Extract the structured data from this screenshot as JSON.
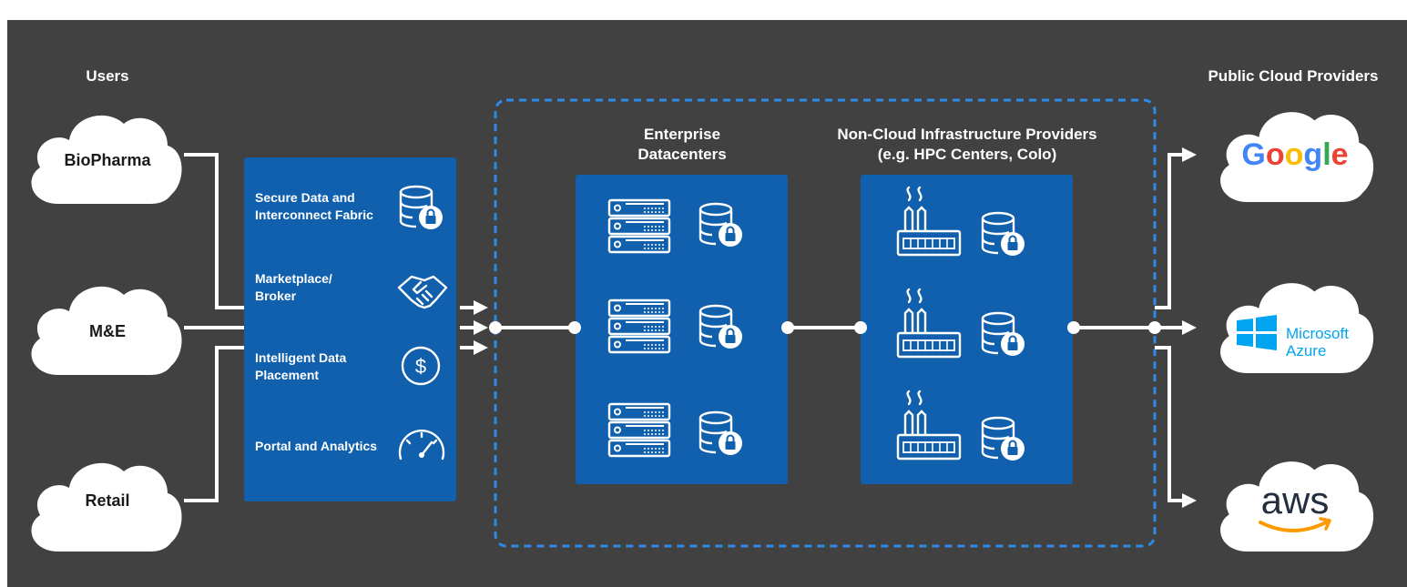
{
  "users": {
    "heading": "Users",
    "items": [
      {
        "label": "BioPharma"
      },
      {
        "label": "M&E"
      },
      {
        "label": "Retail"
      }
    ]
  },
  "fabric": {
    "features": [
      {
        "line1": "Secure Data and",
        "line2": "Interconnect Fabric",
        "icon": "secure-database-icon"
      },
      {
        "line1": "Marketplace/",
        "line2": "Broker",
        "icon": "handshake-icon"
      },
      {
        "line1": "Intelligent Data",
        "line2": "Placement",
        "icon": "dollar-icon"
      },
      {
        "line1": "Portal and Analytics",
        "line2": "",
        "icon": "gauge-icon"
      }
    ]
  },
  "enterprise": {
    "heading_line1": "Enterprise",
    "heading_line2": "Datacenters"
  },
  "noncloud": {
    "heading_line1": "Non-Cloud Infrastructure Providers",
    "heading_line2": "(e.g. HPC Centers, Colo)"
  },
  "providers": {
    "heading": "Public Cloud Providers",
    "google": "Google",
    "microsoft_line1": "Microsoft",
    "microsoft_line2": "Azure",
    "aws": "aws"
  },
  "colors": {
    "background": "#414141",
    "panel_blue": "#1060ad",
    "dashed_border": "#2e8ce6",
    "google_blue": "#4285F4",
    "google_red": "#EA4335",
    "google_yellow": "#FBBC05",
    "google_green": "#34A853",
    "azure_blue": "#00a4ef",
    "aws_text": "#232f3e",
    "aws_orange": "#ff9900"
  }
}
